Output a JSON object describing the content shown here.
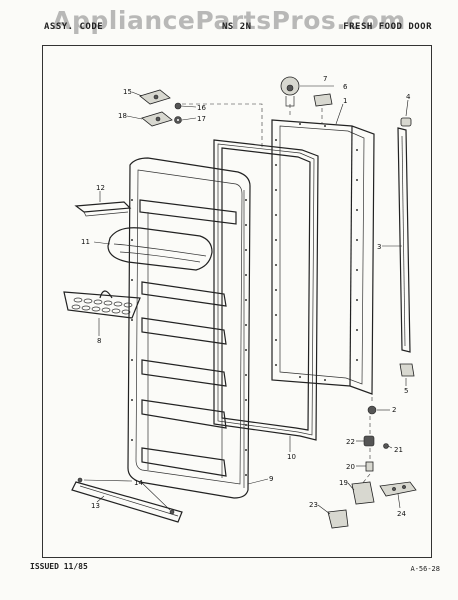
{
  "watermark": "AppliancePartsPros.com",
  "header": {
    "left": "ASSY. CODE",
    "middle": "NS 2N",
    "right": "FRESH FOOD DOOR"
  },
  "footer": {
    "issued": "ISSUED 11/85",
    "code": "A-56-28"
  },
  "callouts": {
    "c1": "1",
    "c2": "2",
    "c3": "3",
    "c4": "4",
    "c5": "5",
    "c6": "6",
    "c7": "7",
    "c8": "8",
    "c9": "9",
    "c10": "10",
    "c11": "11",
    "c12": "12",
    "c13": "13",
    "c14": "14",
    "c15": "15",
    "c16": "16",
    "c17": "17",
    "c18": "18",
    "c19": "19",
    "c20": "20",
    "c21": "21",
    "c22": "22",
    "c23": "23",
    "c24": "24"
  }
}
